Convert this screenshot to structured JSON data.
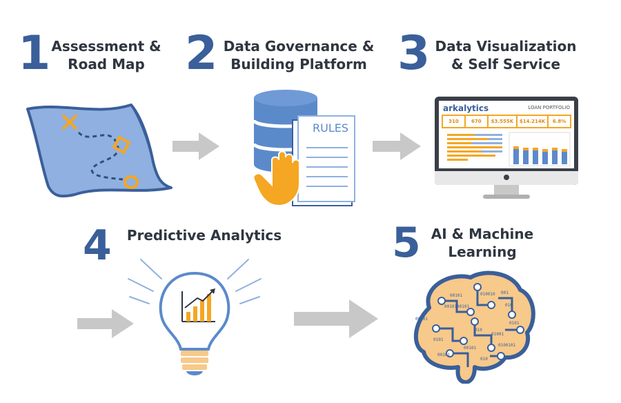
{
  "steps": [
    {
      "number": "1",
      "title_line1": "Assessment &",
      "title_line2": "Road Map"
    },
    {
      "number": "2",
      "title_line1": "Data Governance &",
      "title_line2": "Building Platform"
    },
    {
      "number": "3",
      "title_line1": "Data Visualization",
      "title_line2": "& Self Service"
    },
    {
      "number": "4",
      "title_line1": "Predictive Analytics",
      "title_line2": ""
    },
    {
      "number": "5",
      "title_line1": "AI & Machine",
      "title_line2": "Learning"
    }
  ],
  "rules_doc": {
    "label": "RULES"
  },
  "dashboard": {
    "brand": "arkalytics",
    "heading": "LOAN PORTFOLIO",
    "kpis": [
      "310",
      "670",
      "$3.555K",
      "$14.214K",
      "6.8%"
    ]
  },
  "brain_codes": [
    "010010",
    "001",
    "00101",
    "0010100101",
    "00101",
    "010",
    "010",
    "0101",
    "01001",
    "0101",
    "0100101",
    "00101",
    "010",
    "00101"
  ],
  "colors": {
    "number_blue": "#3a5f9a",
    "title_dark": "#2f3640",
    "arrow_gray": "#c8c8c8",
    "accent_orange": "#f5a623",
    "outline_blue": "#3a5f9a",
    "light_blue": "#8fb0e0",
    "brain_fill": "#f7c98a"
  }
}
